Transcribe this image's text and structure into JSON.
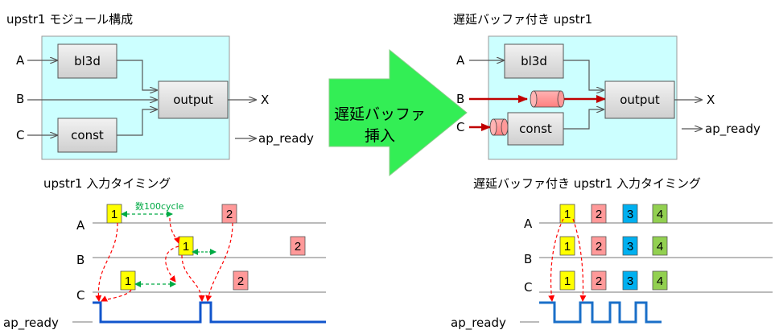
{
  "left_module": {
    "title": "upstr1 モジュール構成",
    "inputs": [
      "A",
      "B",
      "C"
    ],
    "blocks": {
      "bl3d": "bl3d",
      "output": "output",
      "const": "const"
    },
    "out_x": "X",
    "out_ready": "ap_ready"
  },
  "right_module": {
    "title": "遅延バッファ付き upstr1",
    "inputs": [
      "A",
      "B",
      "C"
    ],
    "blocks": {
      "bl3d": "bl3d",
      "output": "output",
      "const": "const"
    },
    "out_x": "X",
    "out_ready": "ap_ready"
  },
  "center_arrow": {
    "line1": "遅延バッファ",
    "line2": "挿入"
  },
  "left_timing": {
    "title": "upstr1 入力タイミング",
    "rows": [
      "A",
      "B",
      "C"
    ],
    "signal": "ap_ready",
    "annotation": "数100cycle",
    "token1": "1",
    "token2": "2"
  },
  "right_timing": {
    "title": "遅延バッファ付き upstr1 入力タイミング",
    "rows": [
      "A",
      "B",
      "C"
    ],
    "signal": "ap_ready",
    "tokens": [
      "1",
      "2",
      "3",
      "4"
    ]
  },
  "colors": {
    "module_bg": "#ccffff",
    "block_fill": "#dcdcdc",
    "arrow_green": "#33ee55",
    "token_yellow": "#ffff00",
    "token_pink": "#ff9999",
    "token_blue": "#00b0f0",
    "token_green": "#92d050",
    "signal_blue": "#1155cc",
    "buffer_red": "#ff9999",
    "dashed_red": "#ff0000",
    "dashed_green": "#00aa44"
  }
}
